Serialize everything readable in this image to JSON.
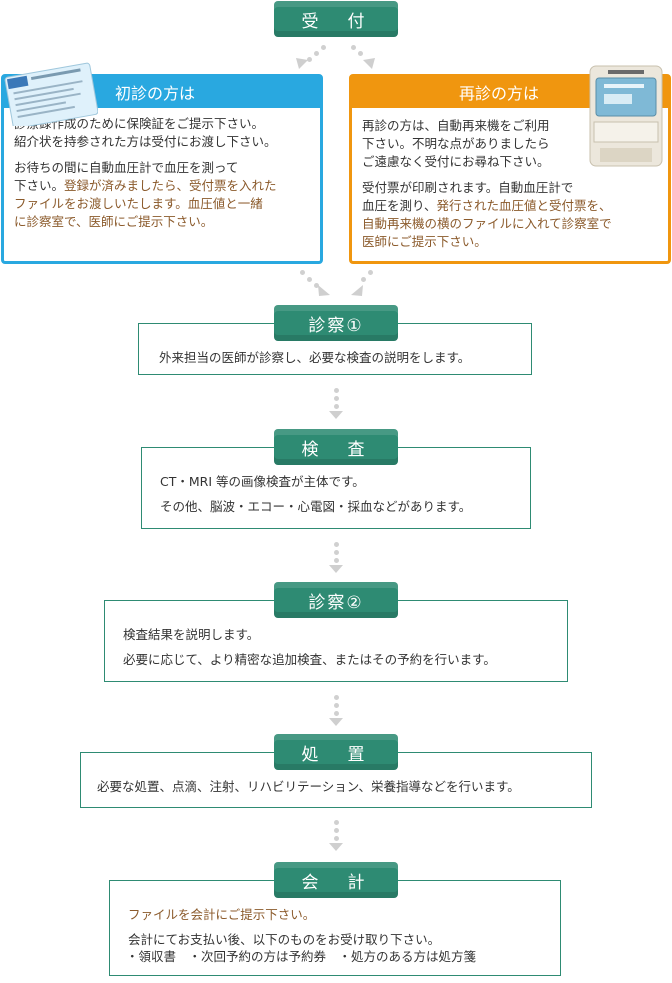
{
  "colors": {
    "green": "#2e8b73",
    "blue": "#29a8e0",
    "orange": "#f0960f",
    "brown_text": "#8b5a2b"
  },
  "reception": {
    "label": "受　付"
  },
  "first_visit": {
    "title": "初診の方は",
    "line1": "診療録作成のために保険証をご提示下さい。",
    "line2": "紹介状を持参された方は受付にお渡し下さい。",
    "line3": "お待ちの間に自動血圧計で血圧を測って",
    "line4a": "下さい。",
    "line4b": "登録が済みましたら、受付票を入れた",
    "line5": "ファイルをお渡しいたします。血圧値と一緒",
    "line6": "に診察室で、医師にご提示下さい。",
    "image_icon": "insurance-card-image"
  },
  "return_visit": {
    "title": "再診の方は",
    "line1": "再診の方は、自動再来機をご利用",
    "line2": "下さい。不明な点がありましたら",
    "line3": "ご遠慮なく受付にお尋ね下さい。",
    "line4": "受付票が印刷されます。自動血圧計で",
    "line5a": "血圧を測り、",
    "line5b": "発行された血圧値と受付票を、",
    "line6": "自動再来機の横のファイルに入れて診察室で",
    "line7": "医師にご提示下さい。",
    "image_icon": "reception-machine-image"
  },
  "exam1": {
    "label": "診察①",
    "text": "外来担当の医師が診察し、必要な検査の説明をします。"
  },
  "tests": {
    "label": "検　査",
    "line1": "CT・MRI 等の画像検査が主体です。",
    "line2": "その他、脳波・エコー・心電図・採血などがあります。"
  },
  "exam2": {
    "label": "診察②",
    "line1": "検査結果を説明します。",
    "line2": "必要に応じて、より精密な追加検査、またはその予約を行います。"
  },
  "treatment": {
    "label": "処　置",
    "text": "必要な処置、点滴、注射、リハビリテーション、栄養指導などを行います。"
  },
  "billing": {
    "label": "会　計",
    "line1": "ファイルを会計にご提示下さい。",
    "line2": "会計にてお支払い後、以下のものをお受け取り下さい。",
    "line3": "・領収書　・次回予約の方は予約券　・処方のある方は処方箋"
  }
}
